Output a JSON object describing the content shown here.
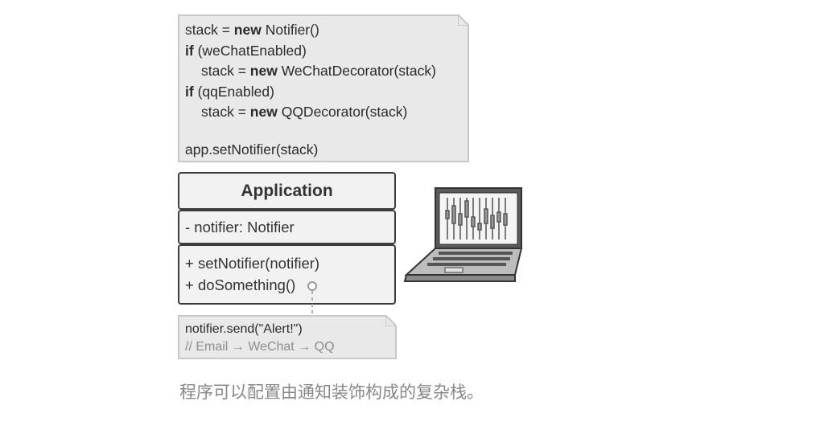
{
  "code_note": {
    "lines": [
      {
        "pre": "stack = ",
        "kw": "new",
        "post": " Notifier()"
      },
      {
        "pre": "",
        "kw": "if",
        "post": " (weChatEnabled)"
      },
      {
        "pre": "stack = ",
        "kw": "new",
        "post": " WeChatDecorator(stack)"
      },
      {
        "pre": "",
        "kw": "if",
        "post": " (qqEnabled)"
      },
      {
        "pre": "stack = ",
        "kw": "new",
        "post": " QQDecorator(stack)"
      },
      {
        "text": "app.setNotifier(stack)"
      }
    ]
  },
  "uml": {
    "class_name": "Application",
    "field": "- notifier: Notifier",
    "methods": [
      "+ setNotifier(notifier)",
      "+ doSomething()"
    ]
  },
  "call_note": {
    "code": "notifier.send(\"Alert!\")",
    "comment": "// Email → WeChat → QQ"
  },
  "caption": "程序可以配置由通知装饰构成的复杂栈。",
  "colors": {
    "note_bg": "#e9e9e9",
    "note_border": "#c8c8c8",
    "uml_border": "#3c3c3c",
    "caption": "#888888"
  },
  "icons": [
    "laptop-chart-icon",
    "connector-circle-icon"
  ]
}
